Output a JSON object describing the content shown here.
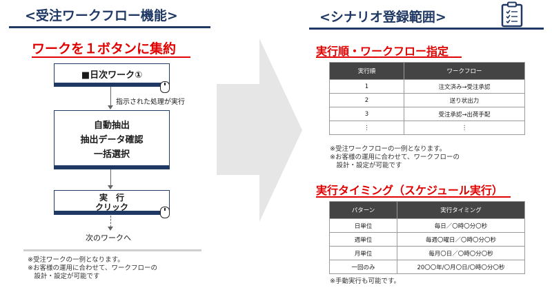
{
  "left": {
    "heading": "<受注ワークフロー機能>",
    "subtitle": "ワークを１ボタンに集約",
    "step1": "■日次ワーク①",
    "step1_note": "指示された処理が実行",
    "step2_lines": [
      "自動抽出",
      "抽出データ確認",
      "一括選択"
    ],
    "step3_lines": [
      "実　行",
      "クリック"
    ],
    "next": "次のワークへ",
    "notes": [
      "※受注ワークの一例となります。",
      "※お客様の運用に合わせて、ワークフローの",
      "　設計・設定が可能です"
    ]
  },
  "right": {
    "heading": "<シナリオ登録範囲>",
    "section1": {
      "title": "実行順・ワークフロー指定",
      "columns": [
        "実行順",
        "ワークフロー"
      ],
      "rows": [
        [
          "1",
          "注文済み→受注承認"
        ],
        [
          "2",
          "送り状出力"
        ],
        [
          "3",
          "受注承認→出荷手配"
        ],
        [
          "⋮",
          "⋮"
        ]
      ],
      "notes": [
        "※受注ワークフローの一例となります。",
        "※お客様の運用に合わせて、ワークフローの",
        "　設計・設定が可能です"
      ]
    },
    "section2": {
      "title": "実行タイミング（スケジュール実行）",
      "columns": [
        "パターン",
        "実行タイミング"
      ],
      "rows": [
        [
          "日単位",
          "毎日／〇時〇分〇秒"
        ],
        [
          "週単位",
          "毎週〇曜日／〇時〇分〇秒"
        ],
        [
          "月単位",
          "毎月〇日／〇時〇分〇秒"
        ],
        [
          "一回のみ",
          "20〇〇年/〇月〇日/〇時〇分〇秒"
        ]
      ],
      "note": "※手動実行も可能です。"
    }
  },
  "icons": {
    "clipboard": "clipboard-check-icon",
    "mouse": "mouse-click-icon",
    "arrow": "large-right-arrow"
  },
  "colors": {
    "navy": "#1f3864",
    "red": "#e00000",
    "table_header": "#444444",
    "arrow_fill": "#e6e6e6"
  }
}
